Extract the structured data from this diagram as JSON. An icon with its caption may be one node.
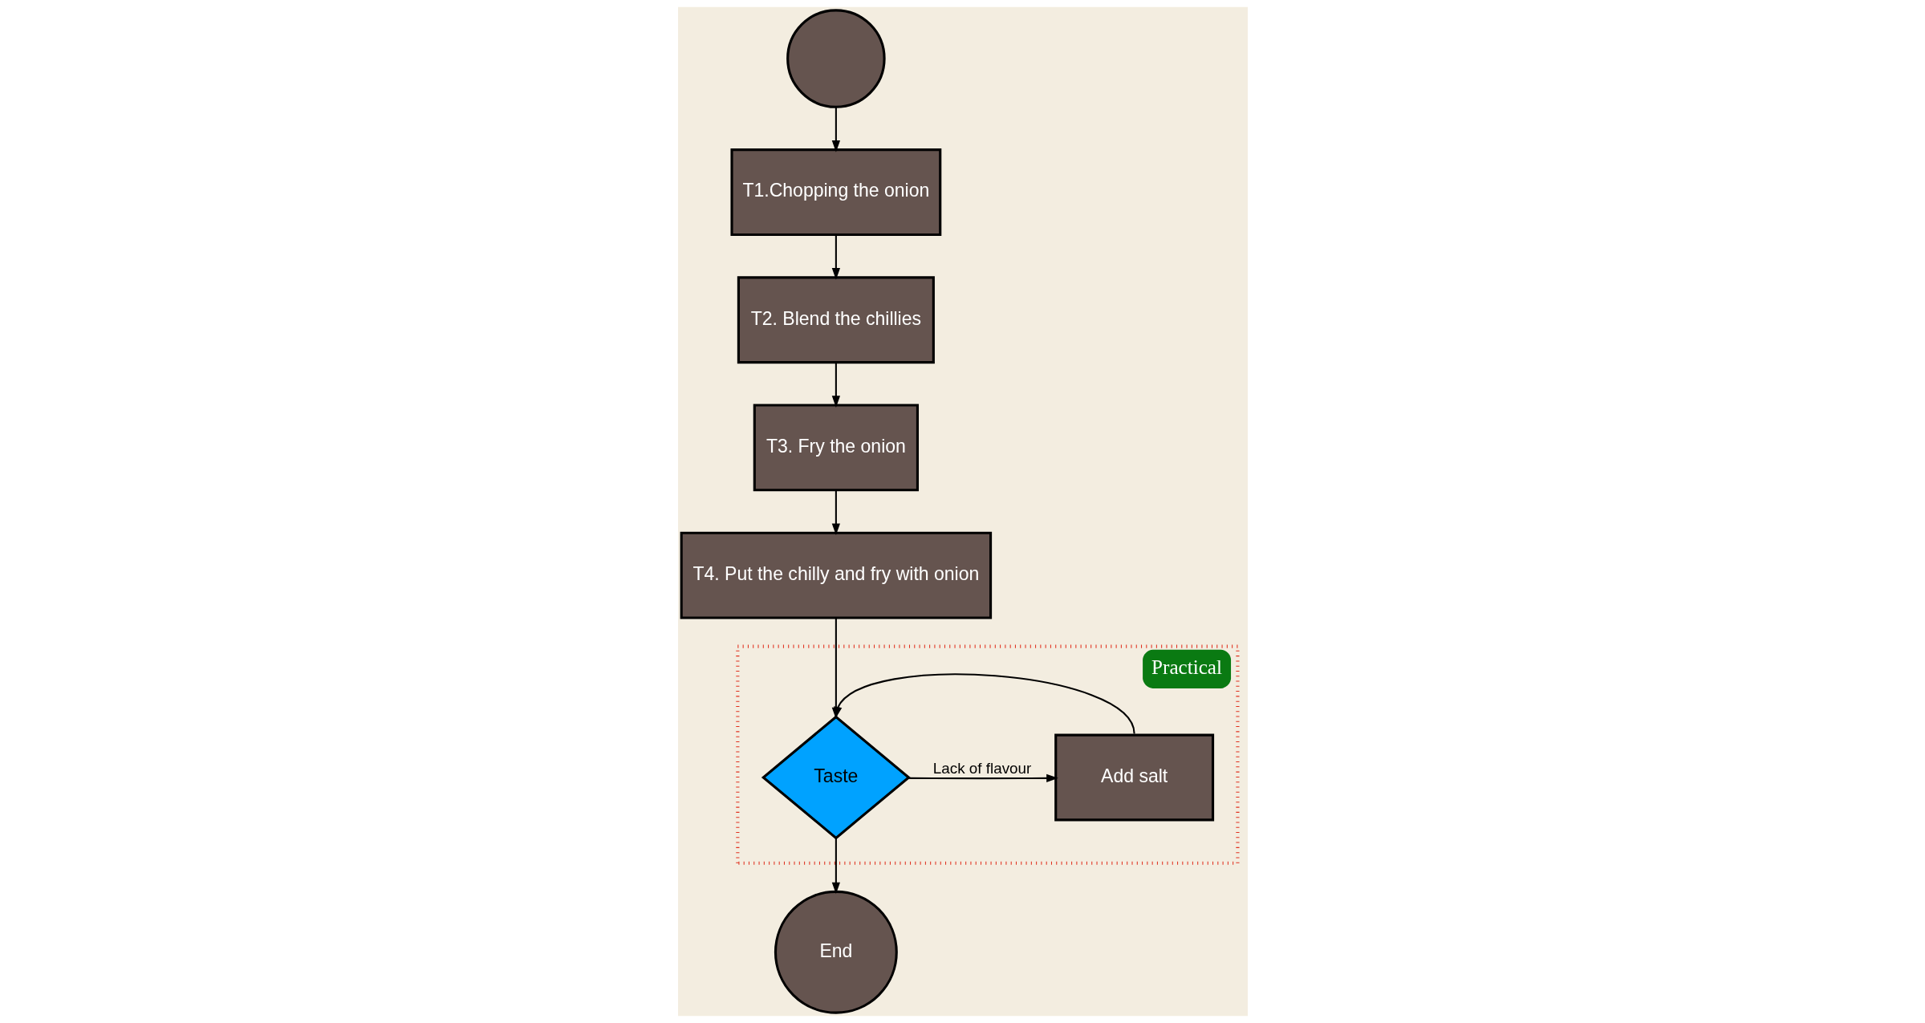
{
  "diagram": {
    "nodes": [
      {
        "text": [],
        "shape": "circle"
      },
      {
        "text": [
          "T1.Chopping the onion"
        ]
      },
      {
        "text": [
          "T2. Blend the chillies"
        ]
      },
      {
        "text": [
          "T3. Fry the onion"
        ]
      },
      {
        "text": [
          "T4. Put the chilly and fry with onion"
        ]
      },
      {
        "text": [
          "Practical"
        ]
      },
      {
        "text": [
          "Taste"
        ],
        "in": 5
      },
      {
        "text": [
          "Add salt"
        ],
        "in": 5
      },
      {
        "text": [
          "End"
        ]
      }
    ],
    "edges": [
      {
        "from": 0,
        "to": 1,
        "arrow": "to"
      },
      {
        "from": 1,
        "to": 2,
        "arrow": "to"
      },
      {
        "from": 2,
        "to": 3,
        "arrow": "to"
      },
      {
        "from": 3,
        "to": 4,
        "arrow": "to"
      },
      {
        "from": 4,
        "to": 6,
        "arrow": "to"
      },
      {
        "from": 6,
        "to": 7,
        "label": "Lack of flavour",
        "arrow": "to"
      },
      {
        "from": 7,
        "to": 6,
        "arrow": "to"
      },
      {
        "from": 6,
        "to": 8,
        "arrow": "to"
      }
    ]
  }
}
